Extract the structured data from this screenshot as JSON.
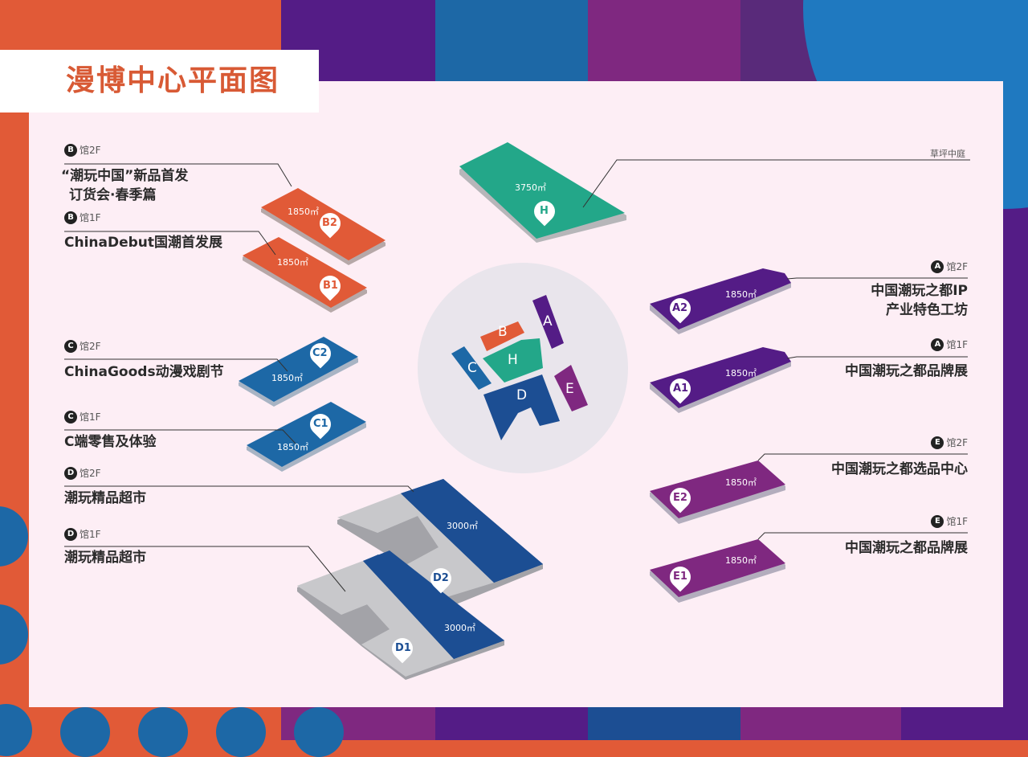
{
  "page": {
    "title": "漫博中心平面图",
    "colors": {
      "orange": "#e15a37",
      "purple_dark": "#541c86",
      "blue": "#1d68a6",
      "magenta": "#7f2880",
      "violet": "#592a7a",
      "sky_blue": "#1f79c0",
      "navy": "#1c4e93",
      "teal": "#23a789",
      "panel_bg": "#fdeef5",
      "overview_circle": "#e9e5ec",
      "grey_plate": "#c8c8cb"
    }
  },
  "lawn": {
    "label": "草坪中庭",
    "area": "3750㎡",
    "pin": "H"
  },
  "halls": {
    "B2": {
      "badge": "B",
      "floor": "馆2F",
      "name_line1": "“潮玩中国”新品首发",
      "name_line2": "订货会·春季篇",
      "area": "1850㎡",
      "pin": "B2"
    },
    "B1": {
      "badge": "B",
      "floor": "馆1F",
      "name_line1": "ChinaDebut国潮首发展",
      "area": "1850㎡",
      "pin": "B1"
    },
    "C2": {
      "badge": "C",
      "floor": "馆2F",
      "name_line1": "ChinaGoods动漫戏剧节",
      "area": "1850㎡",
      "pin": "C2"
    },
    "C1": {
      "badge": "C",
      "floor": "馆1F",
      "name_line1": "C端零售及体验",
      "area": "1850㎡",
      "pin": "C1"
    },
    "D2": {
      "badge": "D",
      "floor": "馆2F",
      "name_line1": "潮玩精品超市",
      "area": "3000㎡",
      "pin": "D2"
    },
    "D1": {
      "badge": "D",
      "floor": "馆1F",
      "name_line1": "潮玩精品超市",
      "area": "3000㎡",
      "pin": "D1"
    },
    "A2": {
      "badge": "A",
      "floor": "馆2F",
      "name_line1": "中国潮玩之都IP",
      "name_line2": "产业特色工坊",
      "area": "1850㎡",
      "pin": "A2"
    },
    "A1": {
      "badge": "A",
      "floor": "馆1F",
      "name_line1": "中国潮玩之都品牌展",
      "area": "1850㎡",
      "pin": "A1"
    },
    "E2": {
      "badge": "E",
      "floor": "馆2F",
      "name_line1": "中国潮玩之都选品中心",
      "area": "1850㎡",
      "pin": "E2"
    },
    "E1": {
      "badge": "E",
      "floor": "馆1F",
      "name_line1": "中国潮玩之都品牌展",
      "area": "1850㎡",
      "pin": "E1"
    }
  },
  "overview": {
    "labels": {
      "A": "A",
      "B": "B",
      "C": "C",
      "D": "D",
      "E": "E",
      "H": "H"
    }
  }
}
